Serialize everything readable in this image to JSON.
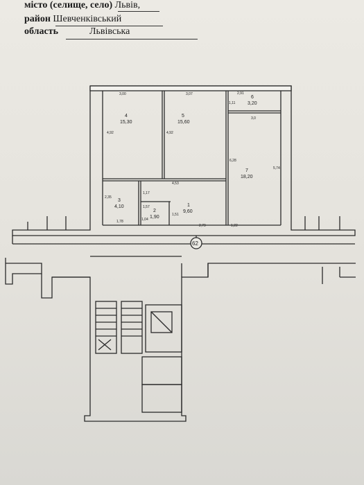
{
  "header": {
    "city_label": "місто (селище, село)",
    "city_value": "Львів,",
    "district_label": "район",
    "district_value": "Шевченківський",
    "region_label": "область",
    "region_value": "Львівська"
  },
  "plan": {
    "rooms": [
      {
        "number": "4",
        "area": "15,30"
      },
      {
        "number": "5",
        "area": "15,60"
      },
      {
        "number": "6",
        "area": "3,20"
      },
      {
        "number": "7",
        "area": "18,20"
      },
      {
        "number": "3",
        "area": "4,10"
      },
      {
        "number": "2",
        "area": "1,90"
      },
      {
        "number": "1",
        "area": "9,60"
      }
    ],
    "dimensions": [
      "3,00",
      "3,07",
      "2,91",
      "1,11",
      "3,0",
      "4,92",
      "4,92",
      "6,28",
      "5,74",
      "4,53",
      "1,17",
      "2,35",
      "1,57",
      "1,04",
      "1,51",
      "1,78",
      "2,79",
      "1,22"
    ],
    "axis_label": "62"
  }
}
